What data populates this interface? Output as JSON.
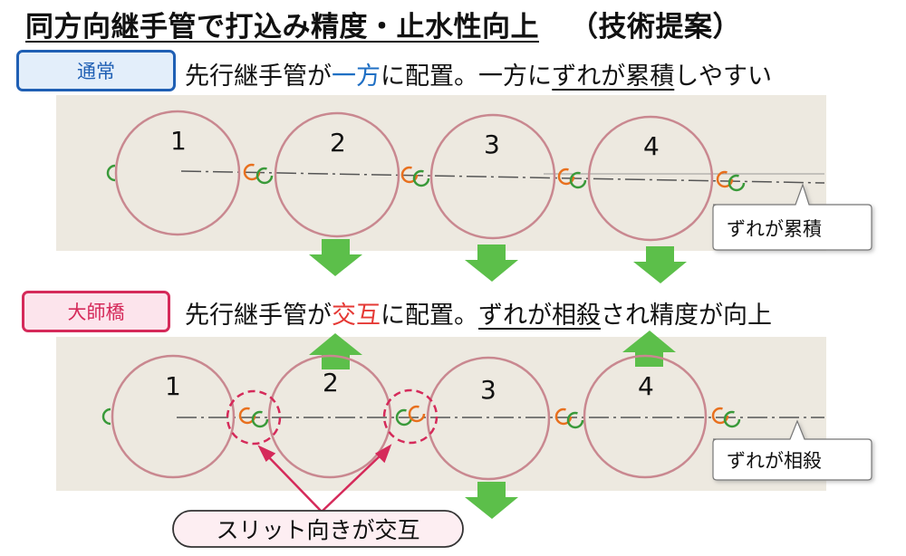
{
  "header": {
    "title": "同方向継手管で打込み精度・止水性向上",
    "subtitle": "（技術提案）"
  },
  "normal": {
    "tag": "通常",
    "desc_prefix": "先行継手管が",
    "desc_highlight": "一方",
    "desc_mid": "に配置。一方に",
    "desc_underline": "ずれが累積",
    "desc_suffix": "しやすい",
    "callout": "ずれが累積",
    "piles": [
      "1",
      "2",
      "3",
      "4"
    ]
  },
  "ohashi": {
    "tag": "大師橋",
    "desc_prefix": "先行継手管が",
    "desc_highlight": "交互",
    "desc_mid": "に配置。",
    "desc_underline": "ずれが相殺",
    "desc_suffix": "され精度が向上",
    "callout": "ずれが相殺",
    "piles": [
      "1",
      "2",
      "3",
      "4"
    ],
    "slit_label": "スリット向きが交互"
  },
  "colors": {
    "circle": "#c98890",
    "green_joint": "#3a9a3a",
    "orange_joint": "#e8701e",
    "arrow_green": "#5cbf4a",
    "highlight_red": "#d52a5a",
    "tag_blue": "#1f5fb4"
  }
}
